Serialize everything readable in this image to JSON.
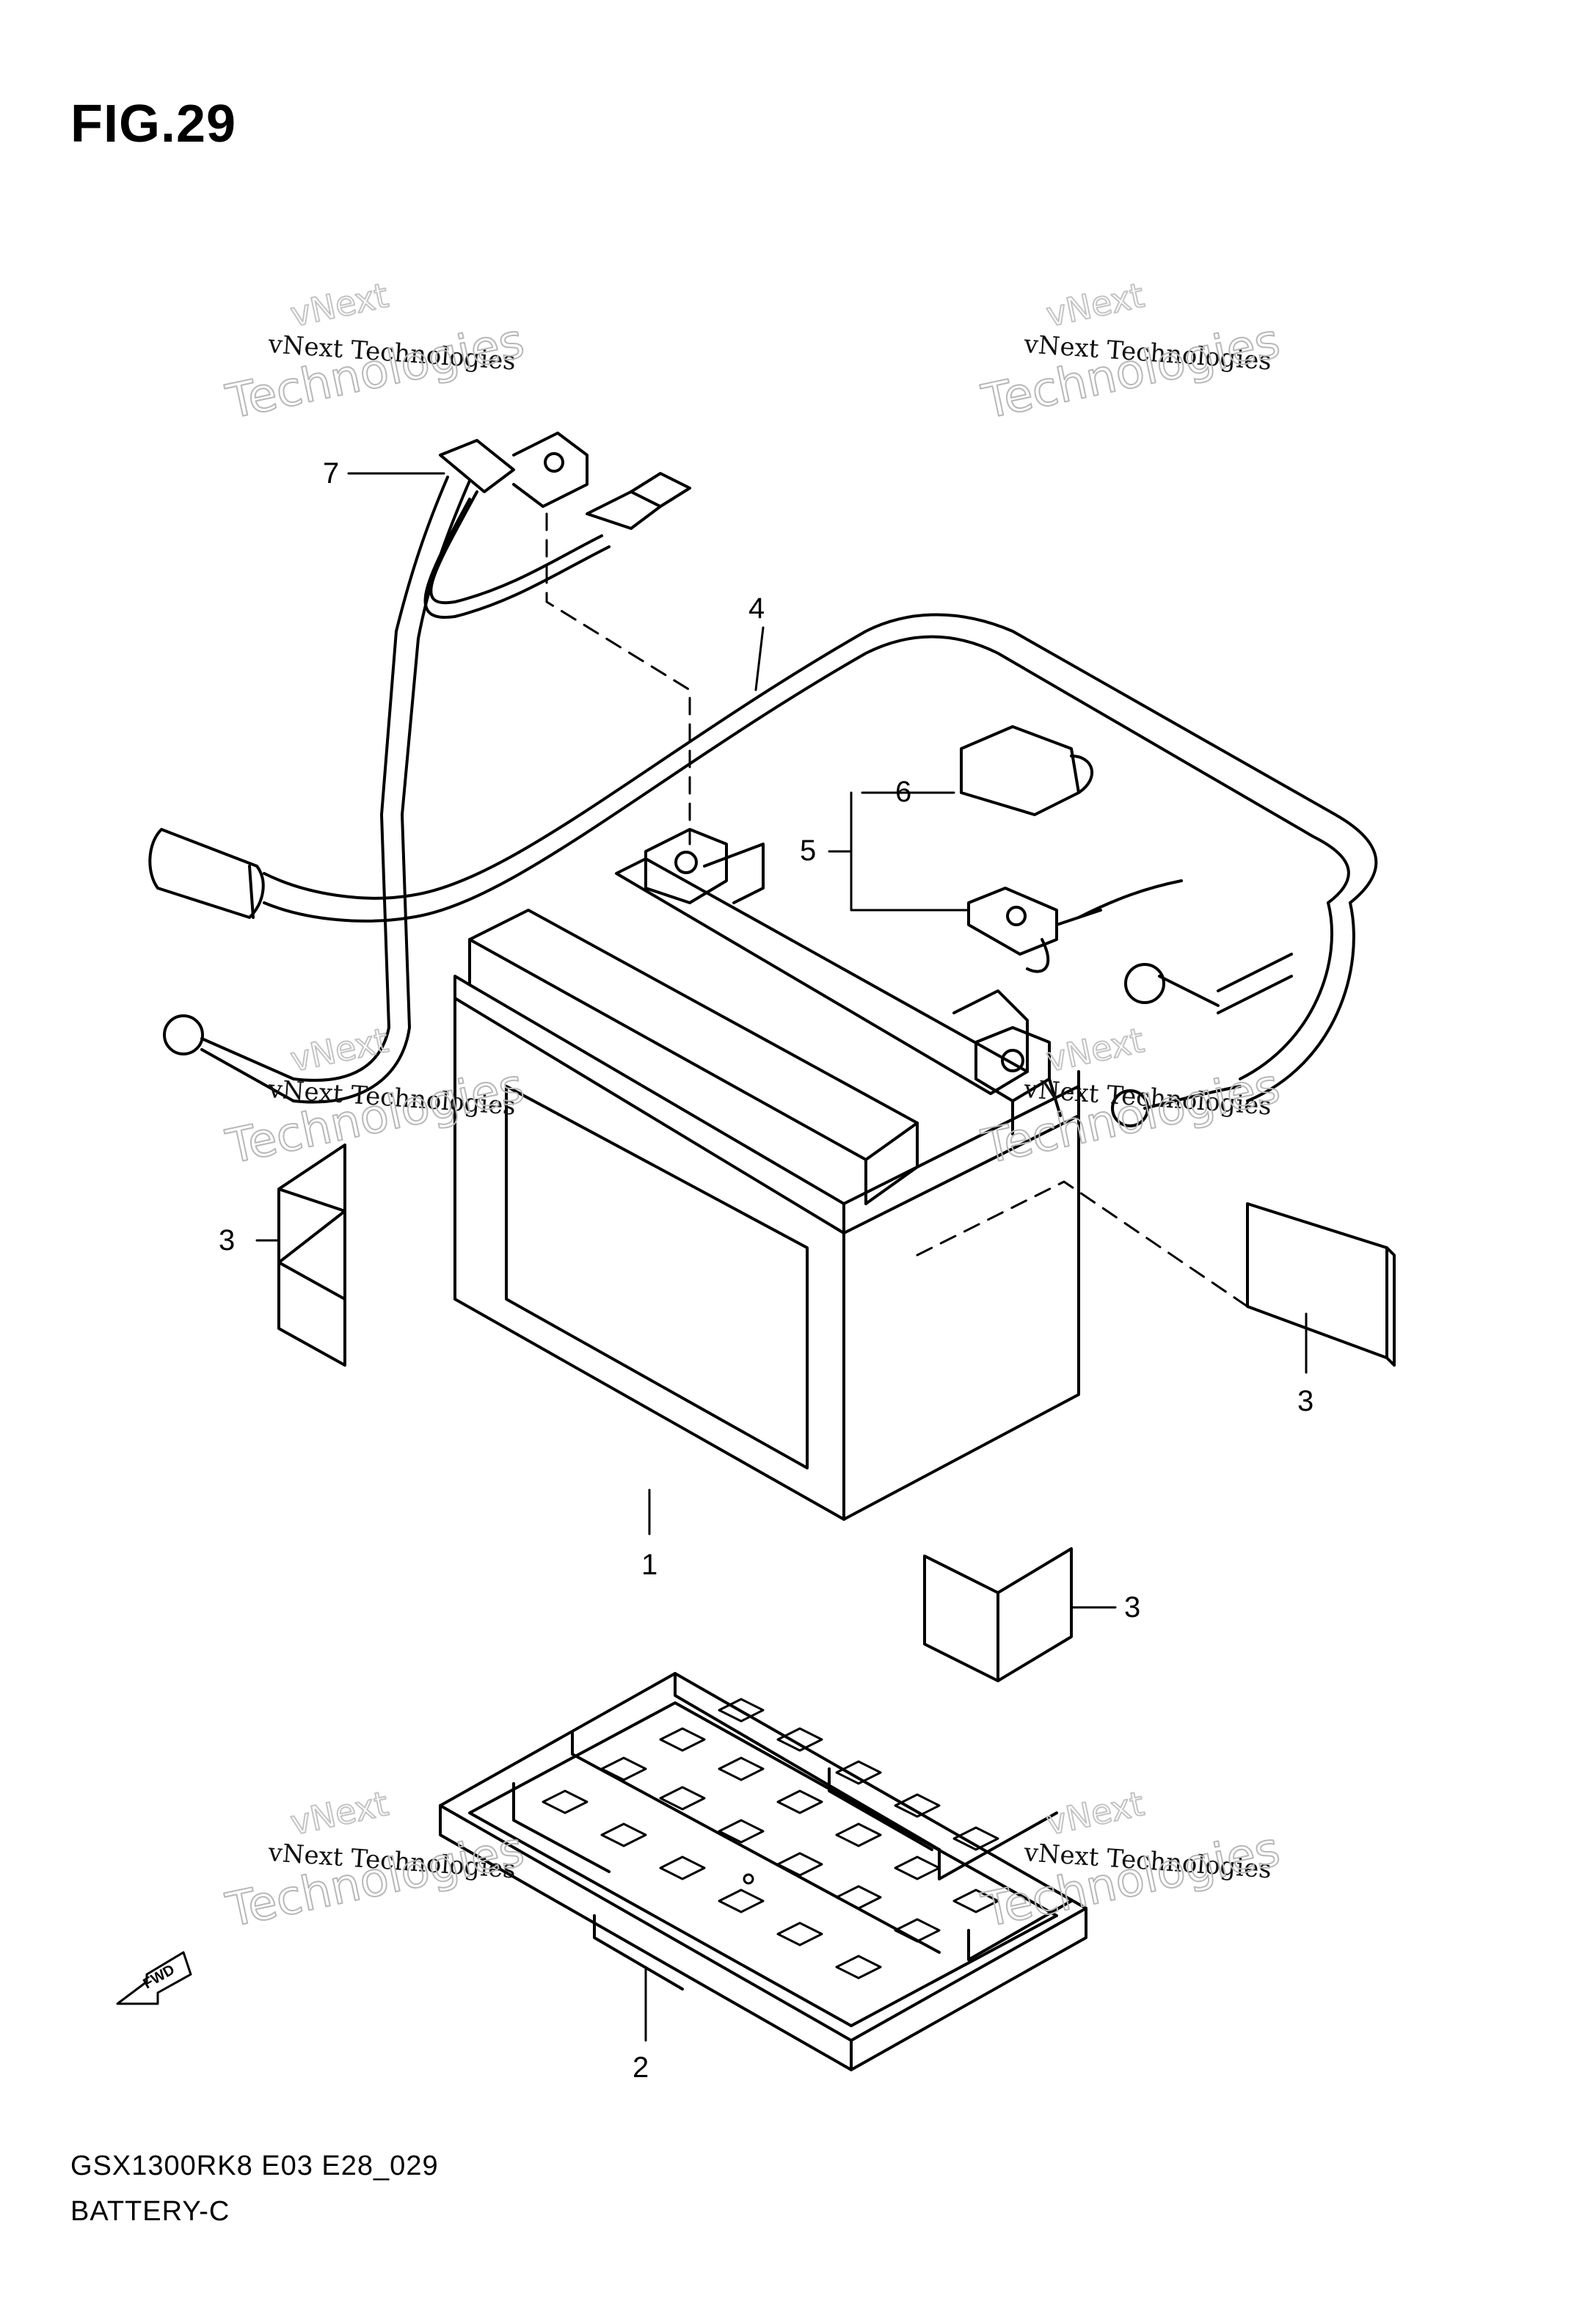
{
  "figure": {
    "title": "FIG.29",
    "code": "GSX1300RK8 E03 E28_029",
    "caption": "BATTERY-C"
  },
  "callouts": [
    {
      "id": "c7",
      "label": "7"
    },
    {
      "id": "c4",
      "label": "4"
    },
    {
      "id": "c6",
      "label": "6"
    },
    {
      "id": "c5",
      "label": "5"
    },
    {
      "id": "c3a",
      "label": "3"
    },
    {
      "id": "c3b",
      "label": "3"
    },
    {
      "id": "c3c",
      "label": "3"
    },
    {
      "id": "c1",
      "label": "1"
    },
    {
      "id": "c2",
      "label": "2"
    }
  ],
  "watermark": {
    "line1": "vNext Technologies",
    "line2": "Technologies",
    "line_top": "vNext"
  },
  "fwd_label": "FWD"
}
